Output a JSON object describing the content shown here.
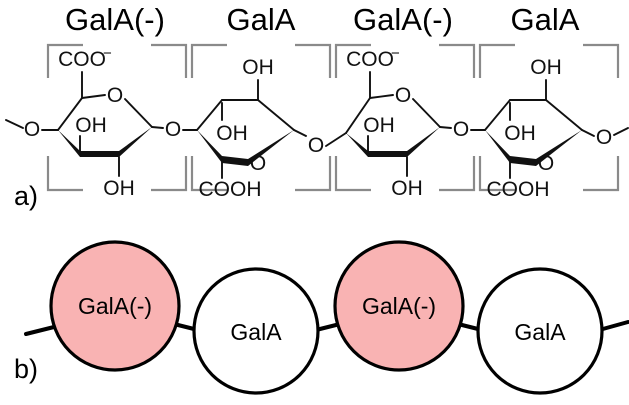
{
  "figure": {
    "panels": [
      {
        "letter": "a)",
        "kind": "chemical-structure"
      },
      {
        "letter": "b)",
        "kind": "schematic-circles"
      }
    ]
  },
  "panel_a": {
    "letter": "a)",
    "unit_labels": [
      "GalA(-)",
      "GalA",
      "GalA(-)",
      "GalA"
    ],
    "units": [
      {
        "name": "GalA(-)",
        "orientation": "up",
        "substituents": {
          "c5": "COO",
          "c5_charge": "−",
          "ring_oxygen": "O",
          "c3": "OH",
          "c2": "OH"
        }
      },
      {
        "name": "GalA",
        "orientation": "down",
        "substituents": {
          "c5": "COOH",
          "ring_oxygen": "O",
          "c3": "OH",
          "c2": "OH"
        }
      },
      {
        "name": "GalA(-)",
        "orientation": "up",
        "substituents": {
          "c5": "COO",
          "c5_charge": "−",
          "ring_oxygen": "O",
          "c3": "OH",
          "c2": "OH"
        }
      },
      {
        "name": "GalA",
        "orientation": "down",
        "substituents": {
          "c5": "COOH",
          "ring_oxygen": "O",
          "c3": "OH",
          "c2": "OH"
        }
      }
    ],
    "linkages": [
      "O",
      "O",
      "O"
    ],
    "terminus_left": "O",
    "terminus_right": "O",
    "bracket_color": "#8a8a8a"
  },
  "panel_b": {
    "letter": "b)",
    "residues": [
      {
        "label": "GalA(-)",
        "state": "charged",
        "fill": "#f9b3b3"
      },
      {
        "label": "GalA",
        "state": "neutral",
        "fill": "#ffffff"
      },
      {
        "label": "GalA(-)",
        "state": "charged",
        "fill": "#f9b3b3"
      },
      {
        "label": "GalA",
        "state": "neutral",
        "fill": "#ffffff"
      }
    ],
    "stroke_color": "#000000"
  },
  "colors": {
    "charged_fill": "#f9b3b3",
    "neutral_fill": "#ffffff",
    "bond": "#111111",
    "bracket": "#8a8a8a",
    "text": "#000000"
  }
}
